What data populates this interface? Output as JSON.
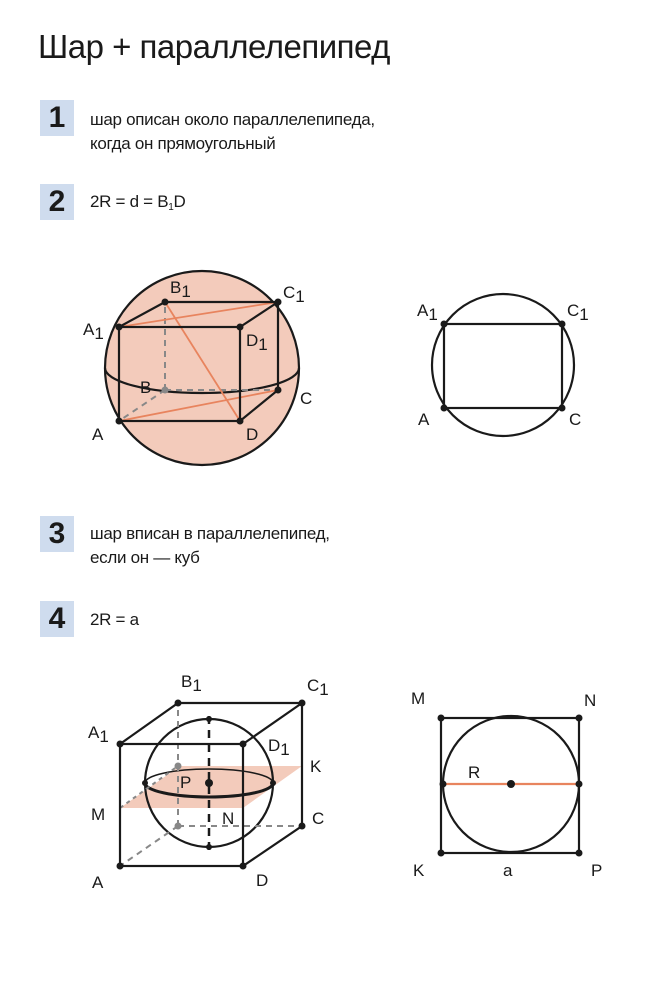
{
  "title": "Шар + параллелепипед",
  "colors": {
    "accent_fill": "#f3cbbb",
    "accent_line": "#e8845e",
    "badge": "#cfdcee",
    "ink": "#1a1a1a",
    "hidden": "#888888"
  },
  "items": [
    {
      "number": "1",
      "lines": [
        "шар описан около параллелепипеда,",
        "когда он прямоугольный"
      ]
    },
    {
      "number": "2",
      "formula_a": "2R = d = B",
      "formula_sub": "1",
      "formula_b": "D"
    },
    {
      "number": "3",
      "lines": [
        "шар вписан в параллелепипед,",
        "если он — куб"
      ]
    },
    {
      "number": "4",
      "formula": "2R = a"
    }
  ],
  "fig1": {
    "A": "A",
    "B": "B",
    "C": "C",
    "D": "D",
    "A1": "A",
    "B1": "B",
    "C1": "C",
    "D1": "D",
    "sub": "1"
  },
  "fig2": {
    "A1": "A",
    "C1": "C",
    "A": "A",
    "C": "C",
    "sub": "1"
  },
  "fig3": {
    "A": "A",
    "B1": "B",
    "C1": "C",
    "A1": "A",
    "D1": "D",
    "sub": "1",
    "K": "K",
    "M": "M",
    "P": "P",
    "N": "N",
    "C": "C",
    "D": "D"
  },
  "fig4": {
    "M": "M",
    "N": "N",
    "R": "R",
    "K": "K",
    "a": "a",
    "P": "P"
  }
}
